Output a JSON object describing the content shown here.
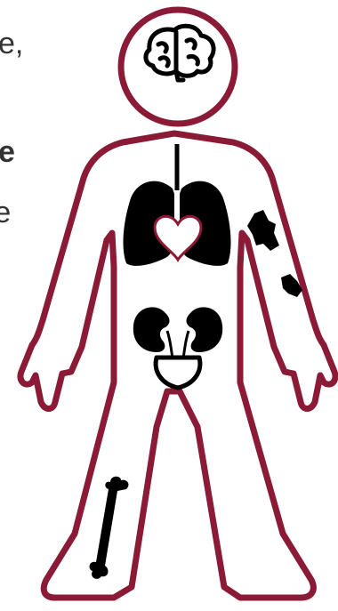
{
  "clipped_text": {
    "line1": "e,",
    "line2": "e",
    "line3": "re"
  },
  "colors": {
    "outline": "#8a1a35",
    "organ": "#000000",
    "heart": "#8a1a35",
    "text": "#333333",
    "background": "#ffffff"
  },
  "icons": [
    "brain-icon",
    "lungs-icon",
    "heart-icon",
    "kidneys-icon",
    "bladder-icon",
    "bone-icon",
    "skin-patch-icon"
  ]
}
